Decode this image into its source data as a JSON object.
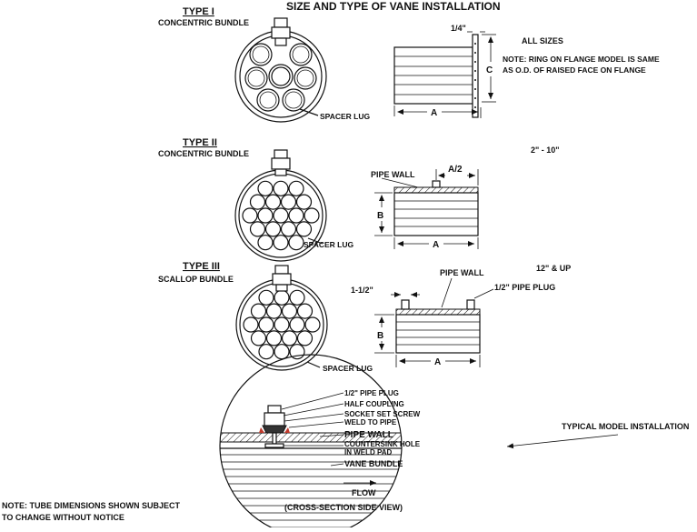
{
  "title": "SIZE AND TYPE OF VANE INSTALLATION",
  "type1": {
    "heading": "TYPE I",
    "subheading": "CONCENTRIC BUNDLE",
    "spacer_lug": "SPACER LUG",
    "dim_top": "1/4\"",
    "dim_a": "A",
    "dim_c": "C",
    "size_label": "ALL SIZES",
    "note_line1": "NOTE: RING ON FLANGE MODEL IS SAME",
    "note_line2": "AS O.D. OF RAISED FACE ON FLANGE"
  },
  "type2": {
    "heading": "TYPE II",
    "subheading": "CONCENTRIC BUNDLE",
    "spacer_lug": "SPACER LUG",
    "pipe_wall": "PIPE WALL",
    "dim_a2": "A/2",
    "dim_a": "A",
    "dim_b": "B",
    "size_label": "2\" - 10\""
  },
  "type3": {
    "heading": "TYPE III",
    "subheading": "SCALLOP BUNDLE",
    "spacer_lug": "SPACER LUG",
    "pipe_wall": "PIPE WALL",
    "dim_left": "1-1/2\"",
    "pipe_plug": "1/2\" PIPE PLUG",
    "dim_a": "A",
    "dim_b": "B",
    "size_label": "12\" & UP"
  },
  "cross_section": {
    "pipe_plug": "1/2\" PIPE PLUG",
    "half_coupling": "HALF COUPLING",
    "set_screw": "SOCKET SET SCREW",
    "weld": "WELD TO PIPE",
    "pipe_wall": "PIPE WALL",
    "countersink1": "COUNTERSINK HOLE",
    "countersink2": "IN WELD PAD",
    "vane_bundle": "VANE BUNDLE",
    "flow": "FLOW",
    "caption": "(CROSS-SECTION SIDE VIEW)",
    "typical": "TYPICAL MODEL INSTALLATION"
  },
  "bottom_note_line1": "NOTE: TUBE DIMENSIONS SHOWN SUBJECT",
  "bottom_note_line2": "TO CHANGE WITHOUT NOTICE"
}
